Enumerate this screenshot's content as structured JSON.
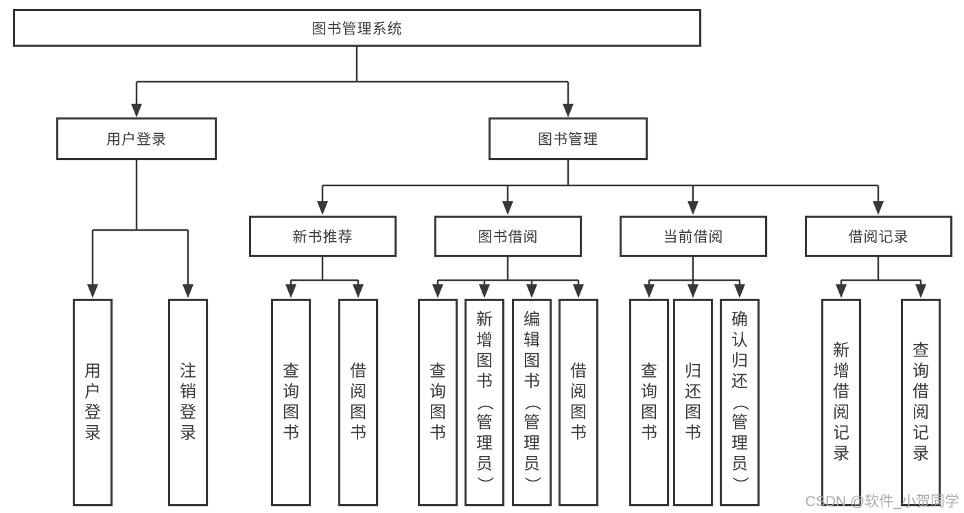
{
  "diagram": {
    "root": "图书管理系统",
    "user_login": {
      "label": "用户登录",
      "children": [
        "用户登录",
        "注销登录"
      ]
    },
    "book_manage": {
      "label": "图书管理",
      "groups": [
        {
          "label": "新书推荐",
          "children": [
            "查询图书",
            "借阅图书"
          ]
        },
        {
          "label": "图书借阅",
          "children": [
            "查询图书",
            "新增图书（管理员）",
            "编辑图书（管理员）",
            "借阅图书"
          ]
        },
        {
          "label": "当前借阅",
          "children": [
            "查询图书",
            "归还图书",
            "确认归还（管理员）"
          ]
        },
        {
          "label": "借阅记录",
          "children": [
            "新增借阅记录",
            "查询借阅记录"
          ]
        }
      ]
    }
  },
  "watermark": "CSDN @软件_小贺同学",
  "colors": {
    "line": "#383838",
    "text": "#3b3b3b",
    "watermark": "#a9a9a9",
    "background": "#ffffff"
  }
}
